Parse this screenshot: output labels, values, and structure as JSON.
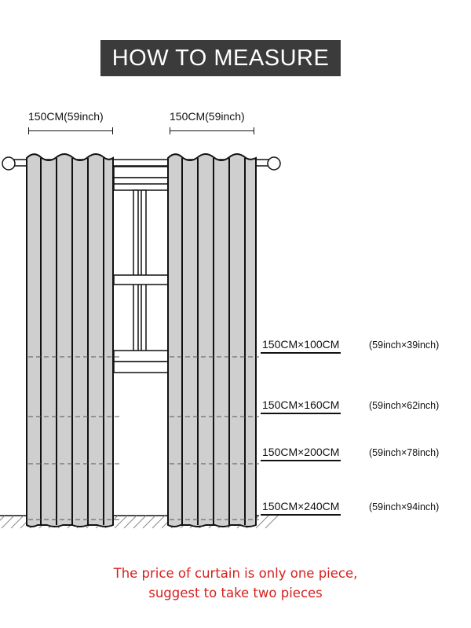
{
  "header": {
    "title": "HOW TO MEASURE"
  },
  "widths": {
    "left": "150CM(59inch)",
    "right": "150CM(59inch)"
  },
  "sizes": [
    {
      "cm": "150CM×100CM",
      "inch": "(59inch×39inch)",
      "length_cm": 100
    },
    {
      "cm": "150CM×160CM",
      "inch": "(59inch×62inch)",
      "length_cm": 160
    },
    {
      "cm": "150CM×200CM",
      "inch": "(59inch×78inch)",
      "length_cm": 200
    },
    {
      "cm": "150CM×240CM",
      "inch": "(59inch×94inch)",
      "length_cm": 240
    }
  ],
  "note": {
    "line1": "The price of curtain is only one piece,",
    "line2": "suggest to take two pieces"
  },
  "colors": {
    "banner": "#3b3b3b",
    "curtain": "#cfcfcf",
    "outline": "#111111",
    "note": "#d62020"
  }
}
